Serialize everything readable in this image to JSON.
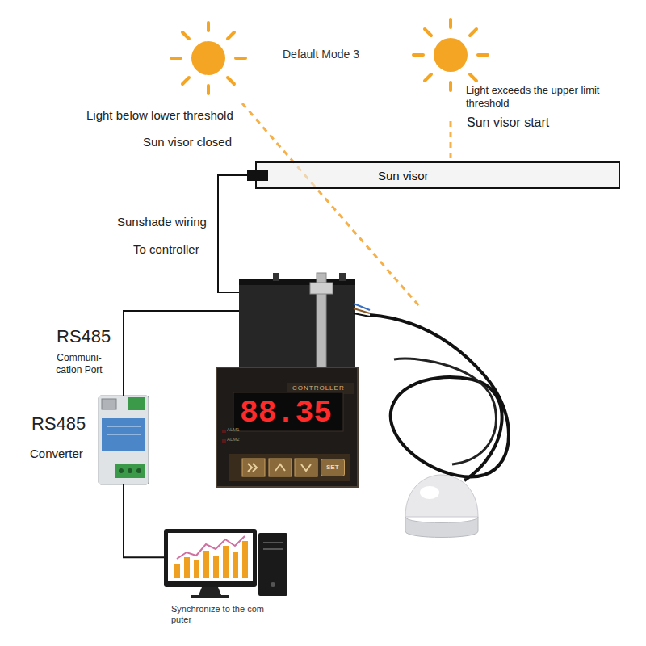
{
  "diagram": {
    "nodes": [
      {
        "text": [
          "Sun visor"
        ]
      },
      {
        "text": [
          "CONTROLLER",
          "ALM1",
          "ALM2"
        ]
      },
      {
        "text": [
          "88.35"
        ],
        "in": 1
      },
      {
        "text": [
          "SET"
        ],
        "in": 1
      },
      {
        "text": [
          "RS485",
          "Converter"
        ]
      },
      {
        "text": [
          "Synchronize to the com-puter"
        ]
      }
    ],
    "edges": [
      {
        "from": 0,
        "to": 1,
        "arrow": "none"
      },
      {
        "from": 1,
        "to": 4,
        "arrow": "none"
      },
      {
        "from": 4,
        "to": 5,
        "arrow": "none"
      }
    ],
    "labels": [
      "Default Mode 3",
      "Light below lower threshold",
      "Sun visor closed",
      "Light exceeds the upper limit threshold",
      "Sun visor start",
      "Sunshade wiring",
      "To controller",
      "RS485",
      "Communi-cation Port"
    ]
  }
}
